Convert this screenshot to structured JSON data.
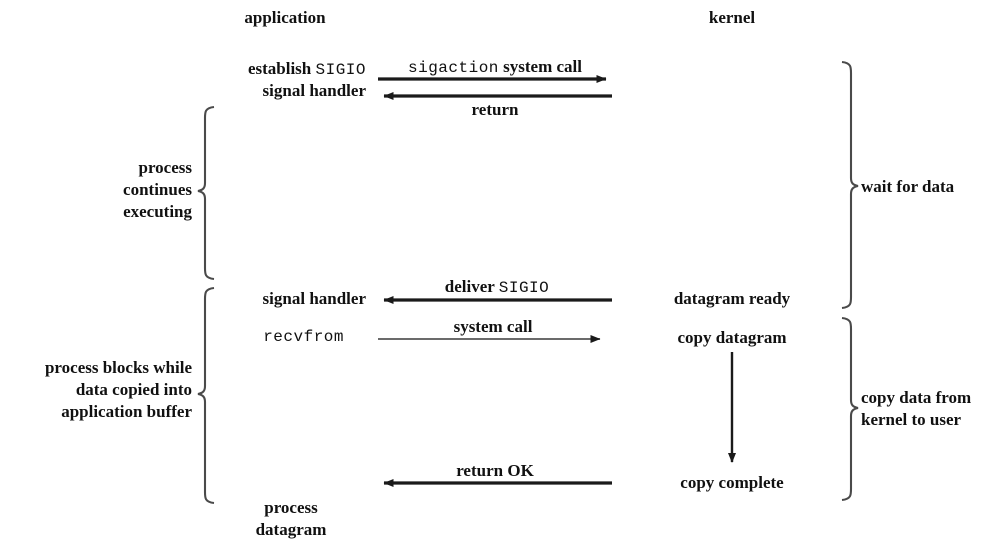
{
  "diagram": {
    "title_columns": {
      "application": "application",
      "kernel": "kernel"
    },
    "application_side": {
      "establish_prefix": "establish ",
      "establish_code": "SIGIO",
      "signal_handler_line2": "signal handler",
      "process_continues_brace": "process\ncontinues\nexecuting",
      "signal_handler": "signal handler",
      "recvfrom": "recvfrom",
      "process_blocks_brace": "process blocks while\ndata copied into\napplication buffer",
      "process_datagram": "process\ndatagram"
    },
    "kernel_side": {
      "datagram_ready": "datagram ready",
      "copy_datagram": "copy datagram",
      "copy_complete": "copy complete",
      "wait_for_data_brace": "wait for data",
      "copy_data_brace": "copy data from\nkernel to user"
    },
    "arrows": [
      {
        "label_prefix": "",
        "label_code": "sigaction",
        "label_suffix": " system call",
        "direction": "right",
        "weight": "thick"
      },
      {
        "label_prefix": "return",
        "label_code": "",
        "label_suffix": "",
        "direction": "left",
        "weight": "thick"
      },
      {
        "label_prefix": "deliver ",
        "label_code": "SIGIO",
        "label_suffix": "",
        "direction": "left",
        "weight": "thick"
      },
      {
        "label_prefix": "system call",
        "label_code": "",
        "label_suffix": "",
        "direction": "right",
        "weight": "thin"
      },
      {
        "label_prefix": "return OK",
        "label_code": "",
        "label_suffix": "",
        "direction": "left",
        "weight": "thick"
      }
    ],
    "arrow_labels": {
      "sigaction_code": "sigaction",
      "sigaction_suffix": " system call",
      "return": "return",
      "deliver_prefix": "deliver ",
      "deliver_code": "SIGIO",
      "system_call": "system call",
      "return_ok": "return OK"
    },
    "colors": {
      "ink": "#111111",
      "brace": "#4a4a4a",
      "thin_arrow": "#6b6b6b",
      "background": "#ffffff"
    }
  }
}
